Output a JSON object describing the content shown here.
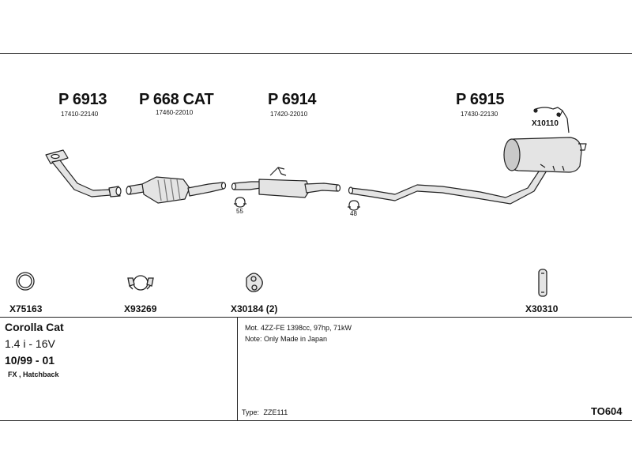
{
  "parts": [
    {
      "code": "P 6913",
      "oem": "17410-22140"
    },
    {
      "code": "P 668 CAT",
      "oem": "17460-22010"
    },
    {
      "code": "P 6914",
      "oem": "17420-22010"
    },
    {
      "code": "P 6915",
      "oem": "17430-22130"
    }
  ],
  "hanger_label": "X10110",
  "clamp_sizes": [
    "55",
    "48"
  ],
  "accessories": [
    {
      "code": "X75163",
      "icon": "gasket-ring-icon"
    },
    {
      "code": "X93269",
      "icon": "clamp-icon"
    },
    {
      "code": "X30184 (2)",
      "icon": "rubber-mount-icon"
    },
    {
      "code": "X30310",
      "icon": "hanger-strip-icon"
    }
  ],
  "vehicle": {
    "model": "Corolla Cat",
    "engine": "1.4 i - 16V",
    "years": "10/99 - 01",
    "body": "FX , Hatchback"
  },
  "notes": {
    "motor": "Mot. 4ZZ-FE 1398cc, 97hp, 71kW",
    "note": "Note: Only Made in Japan",
    "type_label": "Type:",
    "type_value": "ZZE111"
  },
  "diagram_code": "TO604",
  "colors": {
    "line": "#222222",
    "part_fill": "#e4e4e4",
    "shade": "#9a9a9a"
  }
}
